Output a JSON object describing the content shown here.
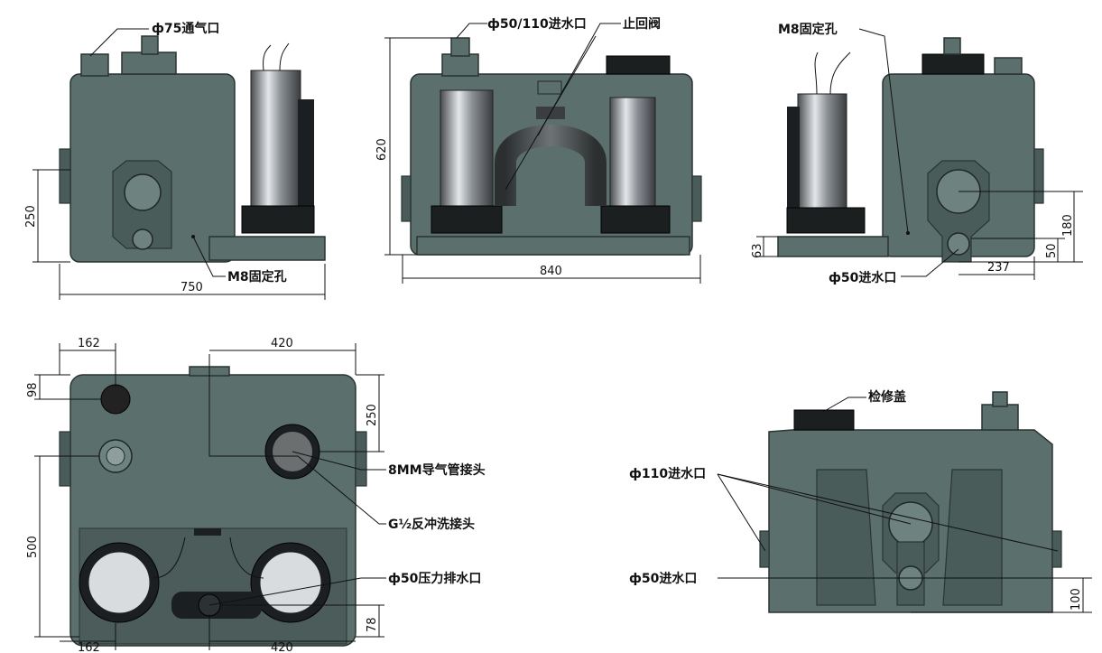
{
  "labels": {
    "vent": "ф75通气口",
    "inlet_50_110": "ф50/110进水口",
    "check_valve": "止回阀",
    "m8_right": "M8固定孔",
    "m8_left": "M8固定孔",
    "inlet_50_side": "ф50进水口",
    "air_connector": "8MM导气管接头",
    "backflush": "G½反冲洗接头",
    "pressure_outlet": "ф50压力排水口",
    "service_cover": "检修盖",
    "inlet_110": "ф110进水口",
    "inlet_50_rear": "ф50进水口"
  },
  "dimensions": {
    "d750": "750",
    "d250a": "250",
    "d620": "620",
    "d840": "840",
    "d63": "63",
    "d237": "237",
    "d50": "50",
    "d180": "180",
    "d162a": "162",
    "d420a": "420",
    "d98": "98",
    "d250b": "250",
    "d500": "500",
    "d78": "78",
    "d162b": "162",
    "d420b": "420",
    "d100": "100"
  },
  "colors": {
    "tank": "#5b6f6c",
    "motor": "#9aa0a3",
    "line": "#111111"
  }
}
